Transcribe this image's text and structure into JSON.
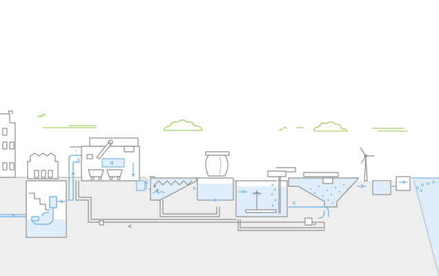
{
  "diagram": {
    "stages": [
      "house",
      "inlet-pit",
      "inlet-pumping-station",
      "screening",
      "grit-chamber",
      "primary-sedimentation",
      "digester-tank",
      "aeration-tank",
      "secondary-clarifier",
      "tertiary-treatment",
      "outfall",
      "receiving-water"
    ],
    "colors": {
      "ground": "#eeeeee",
      "outline": "#8a8a8a",
      "water": "#79b7e6",
      "water_fill": "#dfeefa",
      "cloud": "#8cc63f",
      "bird": "#8cc63f"
    },
    "icons": [
      "arrow-icon",
      "cloud-icon",
      "bird-icon",
      "wind-turbine-icon",
      "pump-icon"
    ]
  }
}
